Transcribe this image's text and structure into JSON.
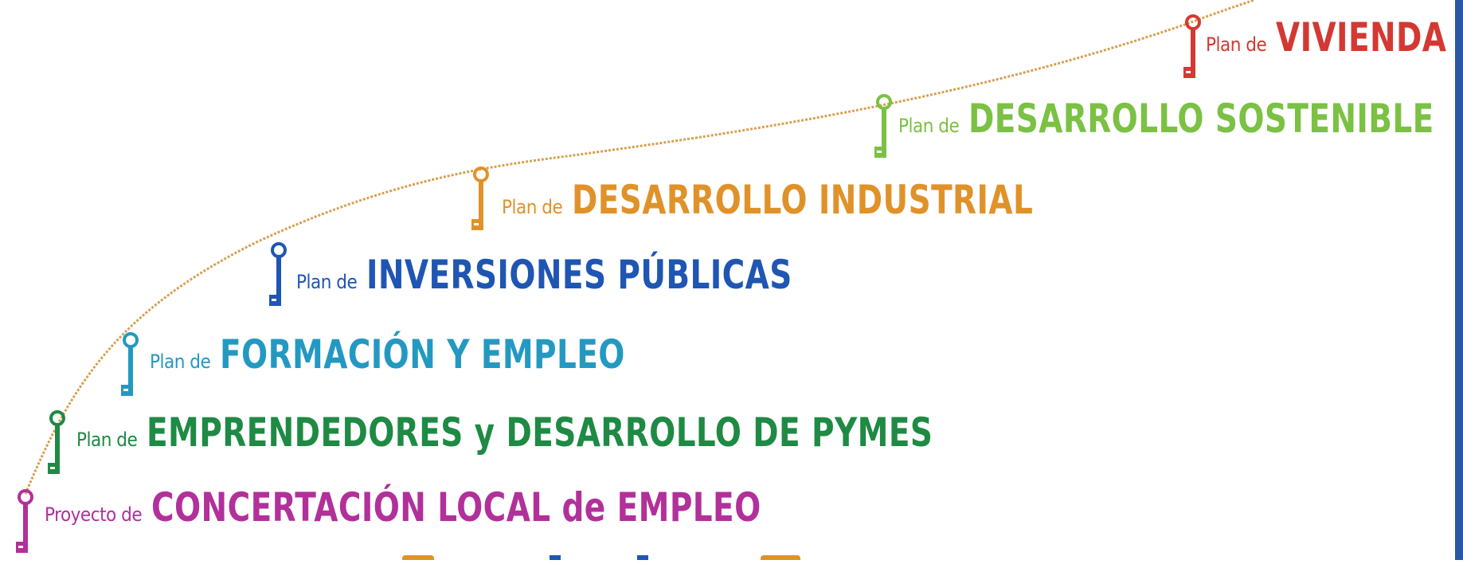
{
  "plans": [
    {
      "prefix": "Proyecto de",
      "title": "CONCERTACIÓN LOCAL de EMPLEO",
      "color": "#b2309a"
    },
    {
      "prefix": "Plan de",
      "title": "EMPRENDEDORES y DESARROLLO DE PYMES",
      "color": "#1e8a44"
    },
    {
      "prefix": "Plan de",
      "title": "FORMACIÓN Y EMPLEO",
      "color": "#2399c2"
    },
    {
      "prefix": "Plan de",
      "title": "INVERSIONES PÚBLICAS",
      "color": "#1f56b3"
    },
    {
      "prefix": "Plan de",
      "title": "DESARROLLO INDUSTRIAL",
      "color": "#e0922a"
    },
    {
      "prefix": "Plan de",
      "title": "DESARROLLO SOSTENIBLE",
      "color": "#7bc143"
    },
    {
      "prefix": "Plan de",
      "title": "VIVIENDA",
      "color": "#d43832"
    }
  ],
  "colors": {
    "curve": "#d8a050",
    "right_bar": "#2a58a6"
  }
}
